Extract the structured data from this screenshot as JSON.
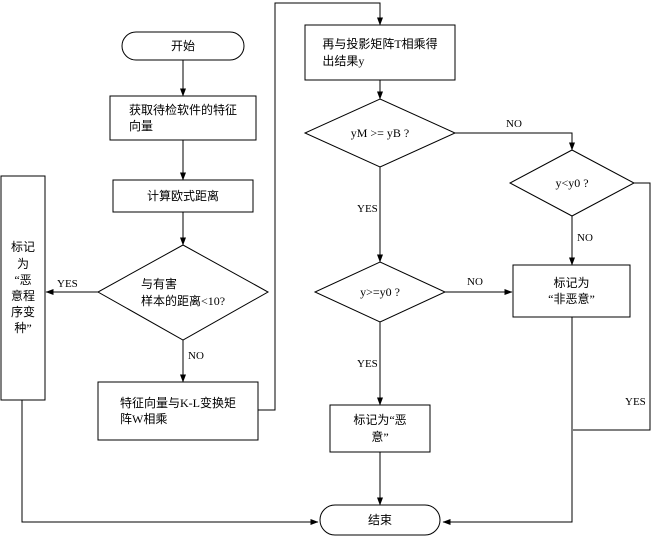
{
  "diagram": {
    "nodes": {
      "start": "开始",
      "extract": "获取待检软件的特征\n向量",
      "euclidean": "计算欧式距离",
      "dist_check": "与有害\n样本的距离<10?",
      "variant": "标记\n为\n“恶\n意程\n序变\n种”",
      "kl": "特征向量与K-L变换矩\n阵W相乘",
      "projection": "再与投影矩阵T相乘得\n出结果y",
      "ym_check": "yM >= yB ?",
      "ylt_check": "y<y0 ?",
      "yge_check": "y>=y0 ?",
      "non_malicious": "标记为\n“非恶意”",
      "malicious": "标记为“恶\n意”",
      "end": "结束"
    },
    "edge_labels": {
      "dist_yes": "YES",
      "dist_no": "NO",
      "ym_no": "NO",
      "ym_yes": "YES",
      "ylt_no": "NO",
      "ylt_yes": "YES",
      "yge_no": "NO",
      "yge_yes": "YES"
    },
    "colors": {
      "line": "#000000",
      "node_fill": "#ffffff",
      "background": "#ffffff"
    }
  }
}
